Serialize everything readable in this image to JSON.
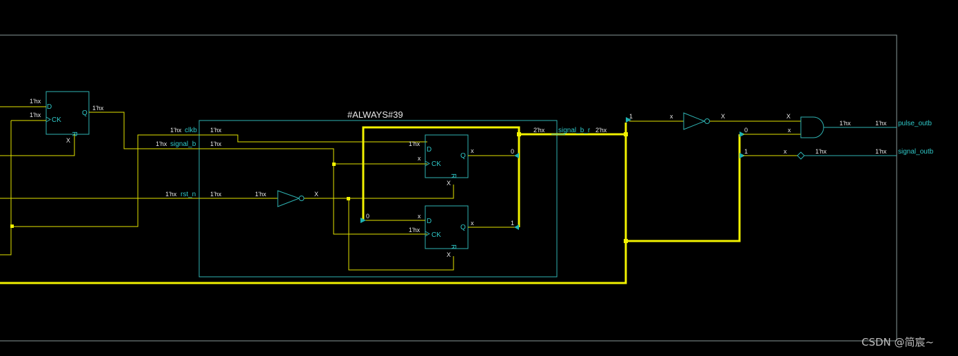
{
  "always_block": {
    "title": "#ALWAYS#39"
  },
  "ports_in": [
    {
      "name": "clkb",
      "value": "1'hx"
    },
    {
      "name": "signal_b",
      "value": "1'hx"
    },
    {
      "name": "rst_n",
      "value": "1'hx"
    }
  ],
  "ports_out": [
    {
      "name": "pulse_outb",
      "value": "1'hx"
    },
    {
      "name": "signal_outb",
      "value": "1'hx"
    }
  ],
  "bus": {
    "name": "signal_b_r",
    "value": "2'hx",
    "value2": "2'hx"
  },
  "ff_left": {
    "d_val": "1'hx",
    "ck_val": "1'hx",
    "q_val": "1'hx",
    "pin_d": "D",
    "pin_ck": "CK",
    "pin_q": "Q",
    "pin_r": "R",
    "r_val": "X"
  },
  "ff_top": {
    "d_val": "1'hx",
    "ck_val": "x",
    "q_val": "x",
    "bit": "0",
    "pin_d": "D",
    "pin_ck": "CK",
    "pin_q": "Q",
    "pin_r": "R",
    "r_val": "X"
  },
  "ff_bot": {
    "d_val": "x",
    "ck_val": "1'hx",
    "q_val": "x",
    "bit": "1",
    "d_bit": "0",
    "pin_d": "D",
    "pin_ck": "CK",
    "pin_q": "Q",
    "pin_r": "R",
    "r_val": "X"
  },
  "internal_labels": {
    "clkb_in": "1'hx",
    "signal_b_in": "1'hx",
    "rst_in": "1'hx",
    "inv_in": "1'hx",
    "inv_out": "X",
    "signal_b_inner": "1'hx"
  },
  "right_logic": {
    "bit1": "1",
    "inv_in": "x",
    "inv_out": "X",
    "and_in1": "X",
    "and_in2": "x",
    "and_out": "1'hx",
    "bit0": "0",
    "bit1b": "1",
    "buf_in": "x",
    "buf_out": "1'hx",
    "out2": "1'hx"
  },
  "watermark": "CSDN @简宸~"
}
